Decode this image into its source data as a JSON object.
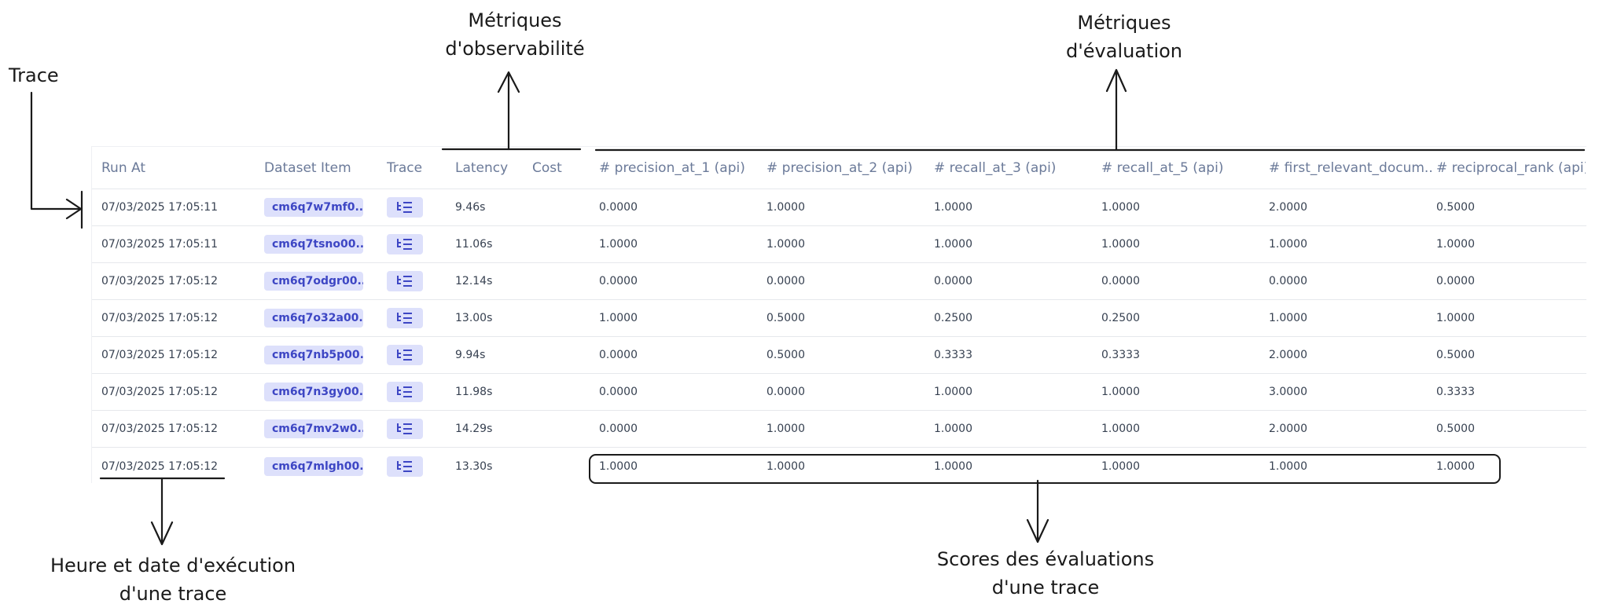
{
  "table": {
    "columns": {
      "run_at": "Run At",
      "dataset_item": "Dataset Item",
      "trace": "Trace",
      "latency": "Latency",
      "cost": "Cost",
      "precision_at_1": "# precision_at_1 (api)",
      "precision_at_2": "# precision_at_2 (api)",
      "recall_at_3": "# recall_at_3 (api)",
      "recall_at_5": "# recall_at_5 (api)",
      "first_relevant_document": "# first_relevant_docum...",
      "reciprocal_rank": "# reciprocal_rank (api)"
    },
    "rows": [
      {
        "run_at": "07/03/2025 17:05:11",
        "dataset_item": "cm6q7w7mf0...",
        "latency": "9.46s",
        "cost": "",
        "precision_at_1": "0.0000",
        "precision_at_2": "1.0000",
        "recall_at_3": "1.0000",
        "recall_at_5": "1.0000",
        "first_relevant_document": "2.0000",
        "reciprocal_rank": "0.5000"
      },
      {
        "run_at": "07/03/2025 17:05:11",
        "dataset_item": "cm6q7tsno00...",
        "latency": "11.06s",
        "cost": "",
        "precision_at_1": "1.0000",
        "precision_at_2": "1.0000",
        "recall_at_3": "1.0000",
        "recall_at_5": "1.0000",
        "first_relevant_document": "1.0000",
        "reciprocal_rank": "1.0000"
      },
      {
        "run_at": "07/03/2025 17:05:12",
        "dataset_item": "cm6q7odgr00...",
        "latency": "12.14s",
        "cost": "",
        "precision_at_1": "0.0000",
        "precision_at_2": "0.0000",
        "recall_at_3": "0.0000",
        "recall_at_5": "0.0000",
        "first_relevant_document": "0.0000",
        "reciprocal_rank": "0.0000"
      },
      {
        "run_at": "07/03/2025 17:05:12",
        "dataset_item": "cm6q7o32a00...",
        "latency": "13.00s",
        "cost": "",
        "precision_at_1": "1.0000",
        "precision_at_2": "0.5000",
        "recall_at_3": "0.2500",
        "recall_at_5": "0.2500",
        "first_relevant_document": "1.0000",
        "reciprocal_rank": "1.0000"
      },
      {
        "run_at": "07/03/2025 17:05:12",
        "dataset_item": "cm6q7nb5p00...",
        "latency": "9.94s",
        "cost": "",
        "precision_at_1": "0.0000",
        "precision_at_2": "0.5000",
        "recall_at_3": "0.3333",
        "recall_at_5": "0.3333",
        "first_relevant_document": "2.0000",
        "reciprocal_rank": "0.5000"
      },
      {
        "run_at": "07/03/2025 17:05:12",
        "dataset_item": "cm6q7n3gy00...",
        "latency": "11.98s",
        "cost": "",
        "precision_at_1": "0.0000",
        "precision_at_2": "0.0000",
        "recall_at_3": "1.0000",
        "recall_at_5": "1.0000",
        "first_relevant_document": "3.0000",
        "reciprocal_rank": "0.3333"
      },
      {
        "run_at": "07/03/2025 17:05:12",
        "dataset_item": "cm6q7mv2w0...",
        "latency": "14.29s",
        "cost": "",
        "precision_at_1": "0.0000",
        "precision_at_2": "1.0000",
        "recall_at_3": "1.0000",
        "recall_at_5": "1.0000",
        "first_relevant_document": "2.0000",
        "reciprocal_rank": "0.5000"
      },
      {
        "run_at": "07/03/2025 17:05:12",
        "dataset_item": "cm6q7mlgh00...",
        "latency": "13.30s",
        "cost": "",
        "precision_at_1": "1.0000",
        "precision_at_2": "1.0000",
        "recall_at_3": "1.0000",
        "recall_at_5": "1.0000",
        "first_relevant_document": "1.0000",
        "reciprocal_rank": "1.0000"
      }
    ]
  },
  "annotations": {
    "trace": "Trace",
    "observability_line1": "Métriques",
    "observability_line2": "d'observabilité",
    "evaluation_line1": "Métriques",
    "evaluation_line2": "d'évaluation",
    "run_time_line1": "Heure et date d'exécution",
    "run_time_line2": "d'une trace",
    "scores_line1": "Scores des évaluations",
    "scores_line2": "d'une trace"
  },
  "icons": {
    "trace_button": "trace-tree-icon"
  },
  "colors": {
    "chip_background": "#dde0fb",
    "chip_text": "#3d46c4",
    "header_text": "#6b7a99",
    "annotation_ink": "#1a1a1a"
  }
}
